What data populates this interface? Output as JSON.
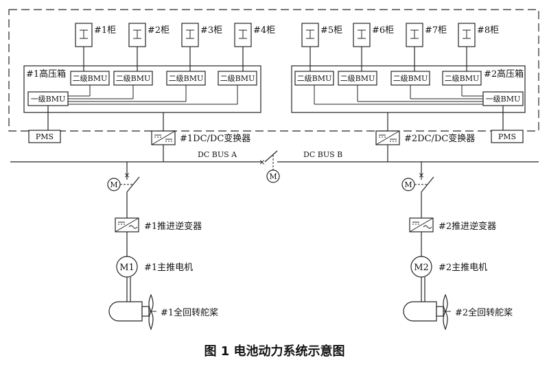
{
  "cabinets": [
    "#1柜",
    "#2柜",
    "#3柜",
    "#4柜",
    "#5柜",
    "#6柜",
    "#7柜",
    "#8柜"
  ],
  "hv_box_1": "#1高压箱",
  "hv_box_2": "#2高压箱",
  "bmu_secondary": "二级BMU",
  "bmu_primary": "一级BMU",
  "pms": "PMS",
  "dcdc_1": "#1DC/DC变换器",
  "dcdc_2": "#2DC/DC变换器",
  "bus_a": "DC BUS A",
  "bus_b": "DC BUS B",
  "motor_symbol": "M",
  "switch_mark": "×",
  "inverter_1": "#1推进逆变器",
  "inverter_2": "#2推进逆变器",
  "motor_1_symbol": "M1",
  "motor_2_symbol": "M2",
  "motor_1": "#1主推电机",
  "motor_2": "#2主推电机",
  "propeller_1": "#1全回转舵桨",
  "propeller_2": "#2全回转舵桨",
  "caption": "图 1  电池动力系统示意图"
}
